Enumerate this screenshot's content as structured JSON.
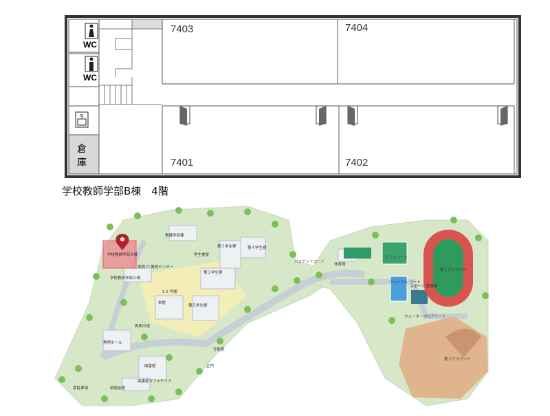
{
  "floor_plan": {
    "rooms": {
      "r7403": "7403",
      "r7404": "7404",
      "r7401": "7401",
      "r7402": "7402"
    },
    "restroom_label_1": "WC",
    "restroom_label_2": "WC",
    "storage_label": "倉庫"
  },
  "caption": "学校教師学部B棟　4階",
  "campus_map": {
    "highlight_color": "#f07f8a",
    "pin_color": "#b3202c",
    "labels": {
      "building_b": "学校教師学部Ｂ棟",
      "nursing": "看護学部棟",
      "student_hall": "学生食堂",
      "dorm3": "第３学生寮",
      "dorm4": "第４学生寮",
      "it_center": "秀明 IT 教育センター",
      "building_a": "学校教師学部Ａ棟",
      "dorm2": "第２学生寮",
      "hall12": "1-2 号館",
      "main_bldg": "本館",
      "dorm5": "第５学生寮",
      "tower": "秀明の塔",
      "hall": "秀明ホール",
      "guard": "守衛室",
      "library": "図書館",
      "gate": "正門",
      "cafeteria": "図書館カフェテリア",
      "south_parking": "南駐車場",
      "bus": "英語会館",
      "basketball": "バスケットコート",
      "gym": "体育館",
      "tennis": "テニスコート",
      "futsal": "フットサル\nコート",
      "sports_bldg": "スポーツ\n管理棟",
      "ground1": "第１グラウンド",
      "water": "ウォーターポロアリーナ",
      "ground2": "第２グラウンド"
    }
  }
}
